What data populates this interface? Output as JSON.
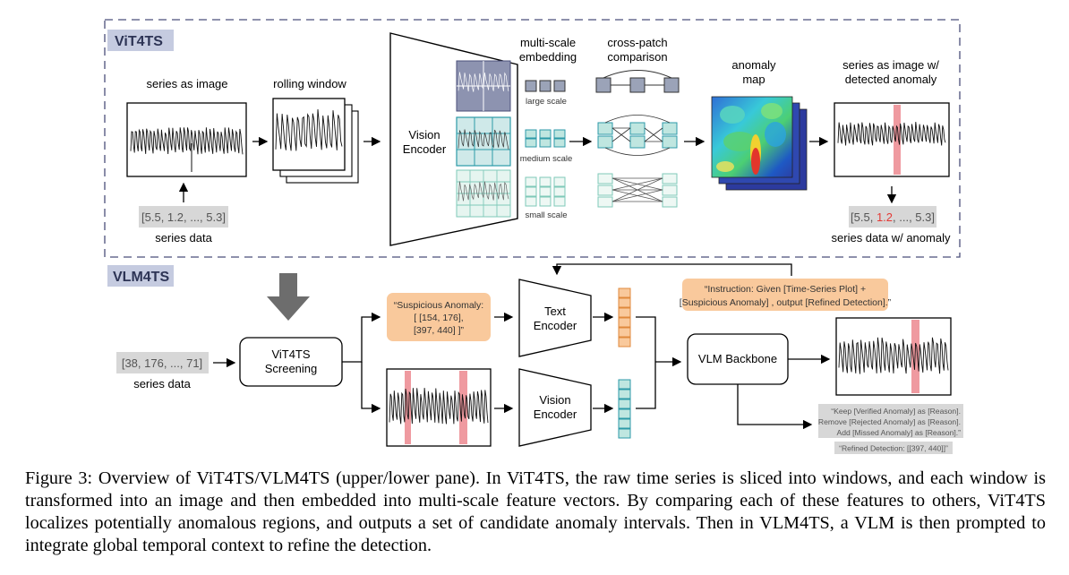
{
  "diagram": {
    "vit4ts": {
      "title": "ViT4TS",
      "series_as_image": "series as image",
      "rolling_window": "rolling window",
      "series_data_values": "[5.5, 1.2, ..., 5.3]",
      "series_data_label": "series data",
      "vision_encoder": [
        "Vision",
        "Encoder"
      ],
      "multi_scale_embedding": [
        "multi-scale",
        "embedding"
      ],
      "cross_patch_comparison": [
        "cross-patch",
        "comparison"
      ],
      "large_scale": "large scale",
      "medium_scale": "medium scale",
      "small_scale": "small scale",
      "anomaly_map": [
        "anomaly",
        "map"
      ],
      "detected_title": [
        "series as image w/",
        "detected anomaly"
      ],
      "out_values": {
        "prefix": "[5.5, ",
        "highlight": "1.2",
        "suffix": ", ..., 5.3]"
      },
      "out_label": "series data w/ anomaly"
    },
    "vlm4ts": {
      "title": "VLM4TS",
      "series_data_values": "[38, 176, ..., 71]",
      "series_data_label": "series data",
      "screening": [
        "ViT4TS",
        "Screening"
      ],
      "suspicious": [
        "“Suspicious Anomaly:",
        "[ [154, 176],",
        "[397, 440] ]”"
      ],
      "text_encoder": [
        "Text",
        "Encoder"
      ],
      "vision_encoder": [
        "Vision",
        "Encoder"
      ],
      "instruction": [
        "“Instruction: Given [Time-Series Plot] +",
        "[Suspicious Anomaly] , output [Refined Detection].”"
      ],
      "vlm_backbone": "VLM Backbone",
      "keep_text": [
        "“Keep [Verified Anomaly] as [Reason].",
        "Remove [Rejected Anomaly] as [Reason].",
        "Add [Missed Anomaly] as [Reason].”"
      ],
      "refined": "“Refined Detection: [[397, 440]]”"
    },
    "colors": {
      "dash_frame": "#4a4f7a",
      "title_bg": "#c5cbe0",
      "gray_box": "#d7d7d7",
      "orange_box": "#f9c99c",
      "orange_cell": "#f3b27a",
      "teal": "#2c9aa8",
      "teal_light": "#bfe6e0",
      "slate": "#9ba3b8",
      "anomaly_band": "#ef9aa0",
      "highlight_red": "#e53935",
      "arrow_gray": "#6d6d6d"
    }
  },
  "caption": "Figure 3: Overview of ViT4TS/VLM4TS (upper/lower pane). In ViT4TS, the raw time series is sliced into windows, and each window is transformed into an image and then embedded into multi-scale feature vectors. By comparing each of these features to others, ViT4TS localizes potentially anomalous regions, and outputs a set of candidate anomaly intervals. Then in VLM4TS, a VLM is then prompted to integrate global temporal context to refine the detection."
}
